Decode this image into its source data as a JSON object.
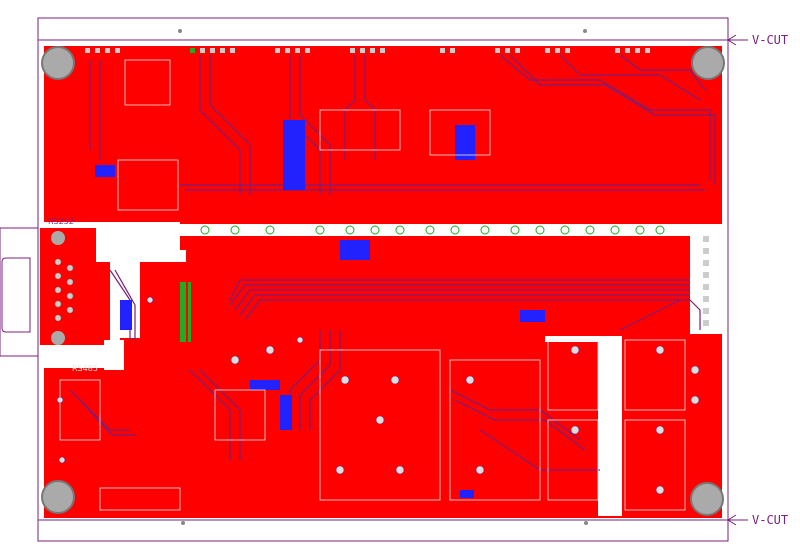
{
  "labels": {
    "vcut_top": "V-CUT",
    "vcut_bottom": "V-CUT",
    "rs232": "RS232",
    "rs485": "RS485"
  },
  "colors": {
    "copper": "#ff0000",
    "trace_blue": "#2222ff",
    "trace_purple": "#7a1f7a",
    "silkscreen": "#e8e8e8",
    "panel_outline": "#7a1f7a",
    "hole": "#aaaaaa",
    "green_pad": "#22aa22",
    "keepout_white": "#ffffff"
  }
}
